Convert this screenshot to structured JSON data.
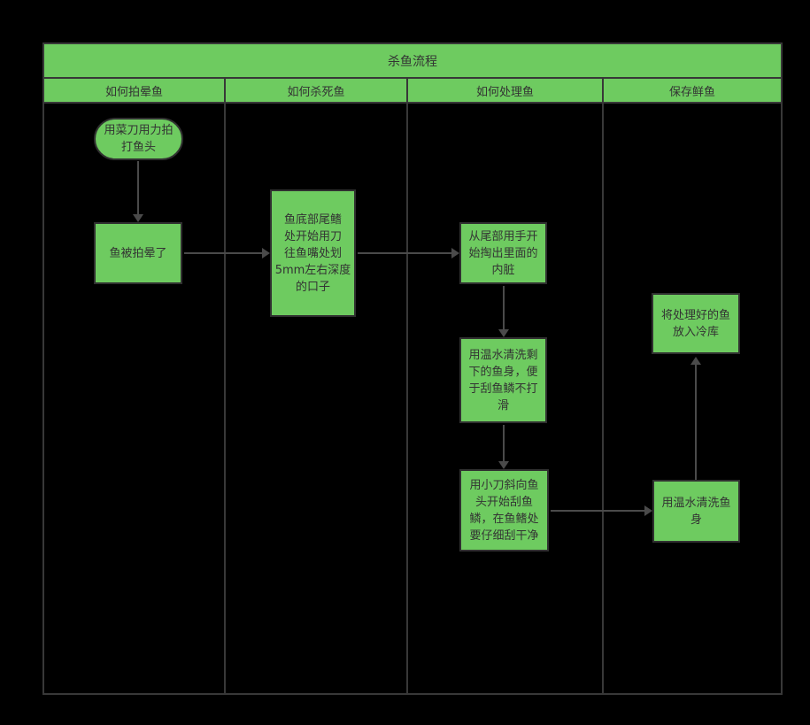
{
  "title": "杀鱼流程",
  "lanes": [
    {
      "label": "如何拍晕鱼"
    },
    {
      "label": "如何杀死鱼"
    },
    {
      "label": "如何处理鱼"
    },
    {
      "label": "保存鲜鱼"
    }
  ],
  "nodes": [
    {
      "id": "hit-head",
      "shape": "terminator",
      "lane": "如何拍晕鱼",
      "text": "用菜刀用力拍\n打鱼头"
    },
    {
      "id": "fish-stunned",
      "shape": "process",
      "lane": "如何拍晕鱼",
      "text": "鱼被拍晕了"
    },
    {
      "id": "cut-belly",
      "shape": "process",
      "lane": "如何杀死鱼",
      "text": "鱼底部尾鳍\n处开始用刀\n往鱼嘴处划\n5mm左右深度\n的口子"
    },
    {
      "id": "remove-guts",
      "shape": "process",
      "lane": "如何处理鱼",
      "text": "从尾部用手开\n始掏出里面的\n内脏"
    },
    {
      "id": "rinse-warm-water",
      "shape": "process",
      "lane": "如何处理鱼",
      "text": "用温水清洗剩\n下的鱼身，便\n于刮鱼鳞不打\n滑"
    },
    {
      "id": "scrape-scales",
      "shape": "process",
      "lane": "如何处理鱼",
      "text": "用小刀斜向鱼\n头开始刮鱼\n鳞，在鱼鳍处\n要仔细刮干净"
    },
    {
      "id": "cold-storage",
      "shape": "process",
      "lane": "保存鲜鱼",
      "text": "将处理好的鱼\n放入冷库"
    },
    {
      "id": "final-rinse",
      "shape": "process",
      "lane": "保存鲜鱼",
      "text": "用温水清洗鱼\n身"
    }
  ],
  "edges": [
    {
      "from": "hit-head",
      "to": "fish-stunned"
    },
    {
      "from": "fish-stunned",
      "to": "cut-belly"
    },
    {
      "from": "cut-belly",
      "to": "remove-guts"
    },
    {
      "from": "remove-guts",
      "to": "rinse-warm-water"
    },
    {
      "from": "rinse-warm-water",
      "to": "scrape-scales"
    },
    {
      "from": "scrape-scales",
      "to": "final-rinse"
    },
    {
      "from": "final-rinse",
      "to": "cold-storage"
    }
  ],
  "colors": {
    "background": "#000000",
    "node_fill": "#6ecb60",
    "node_border": "#303030",
    "frame_border": "#383838",
    "arrow": "#4a4a4a",
    "text": "#333333"
  }
}
